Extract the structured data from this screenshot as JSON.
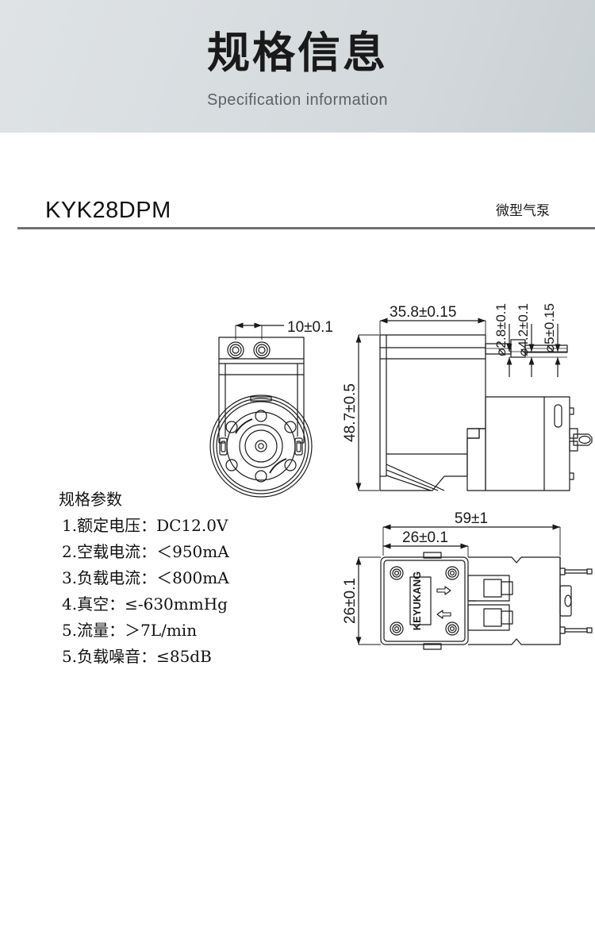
{
  "banner": {
    "title": "规格信息",
    "subtitle": "Specification information"
  },
  "product": {
    "model": "KYK28DPM",
    "category_cn": "微型气泵"
  },
  "specs": {
    "heading": "规格参数",
    "items": [
      {
        "num": "1.",
        "label": "额定电压：",
        "value": "DC12.0V"
      },
      {
        "num": "2.",
        "label": "空载电流：",
        "value": "＜950mA"
      },
      {
        "num": "3.",
        "label": "负载电流：",
        "value": "＜800mA"
      },
      {
        "num": "4.",
        "label": "真空：",
        "value": "≤-630mmHg"
      },
      {
        "num": "5.",
        "label": "流量：",
        "value": "＞7L/min"
      },
      {
        "num": "5.",
        "label": "负载噪音：",
        "value": "≤85dB"
      }
    ]
  },
  "drawings": {
    "top_view": {
      "port_spacing": "10±0.1"
    },
    "side_view": {
      "width": "35.8±0.15",
      "height": "48.7±0.5",
      "port_d1": "⌀2.8±0.1",
      "port_d2": "⌀4.2±0.1",
      "port_d3": "⌀5±0.15"
    },
    "bottom_view": {
      "overall_length": "59±1",
      "head_width": "26±0.1",
      "head_height": "26±0.1",
      "brand_label": "KEYUKANG"
    }
  },
  "colors": {
    "banner_start": "#dfe3e5",
    "banner_end": "#c9d0d4",
    "rule": "#6e7276",
    "text": "#111111",
    "subtitle": "#5d6266",
    "line": "#1a1a1a"
  }
}
